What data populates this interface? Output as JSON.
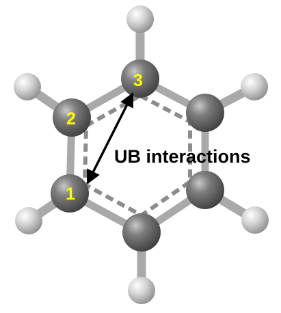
{
  "molecule": {
    "atom_labels": [
      "1",
      "2",
      "3"
    ],
    "label_color": "#ffff00",
    "carbon_color": "#6e6e6e",
    "hydrogen_color": "#cfcfcf",
    "bond_color": "#a9a9a9"
  },
  "annotation": {
    "text": "UB interactions",
    "color": "#000000"
  }
}
